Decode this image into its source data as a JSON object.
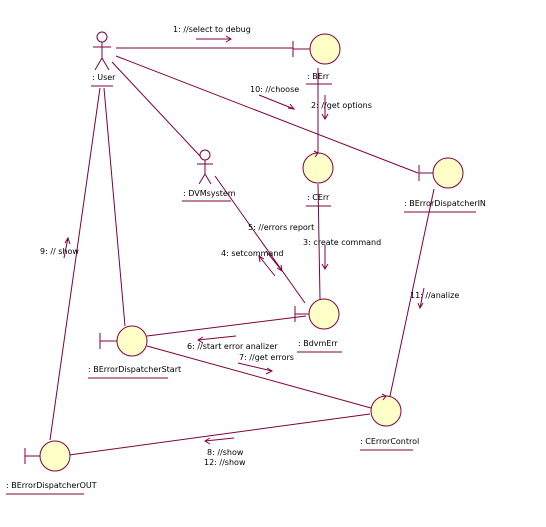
{
  "colors": {
    "line": "#800040",
    "object_fill": "#ffffc8",
    "text": "#000000"
  },
  "objects": {
    "user": ": User",
    "dvmsystem": ": DVMsystem",
    "berr": ": BErr",
    "cerr": ": CErr",
    "bdvmerr": ": BdvmErr",
    "berrordispatcher_in": ": BErrorDispatcherIN",
    "berrordispatcher_start": ": BErrorDispatcherStart",
    "cerrorcontrol": ": CErrorControl",
    "berrordispatcher_out": ": BErrorDispatcherOUT"
  },
  "messages": {
    "m1": "1: //select to debug",
    "m10": "10: //choose",
    "m2": "2: //get options",
    "m5": "5: //errors report",
    "m4": "4: setcommand",
    "m3": "3: create command",
    "m11": "11: //analize",
    "m9": "9: // show",
    "m6": "6: //start error analizer",
    "m7": "7: //get errors",
    "m8": "8: //show",
    "m12": "12: //show"
  }
}
